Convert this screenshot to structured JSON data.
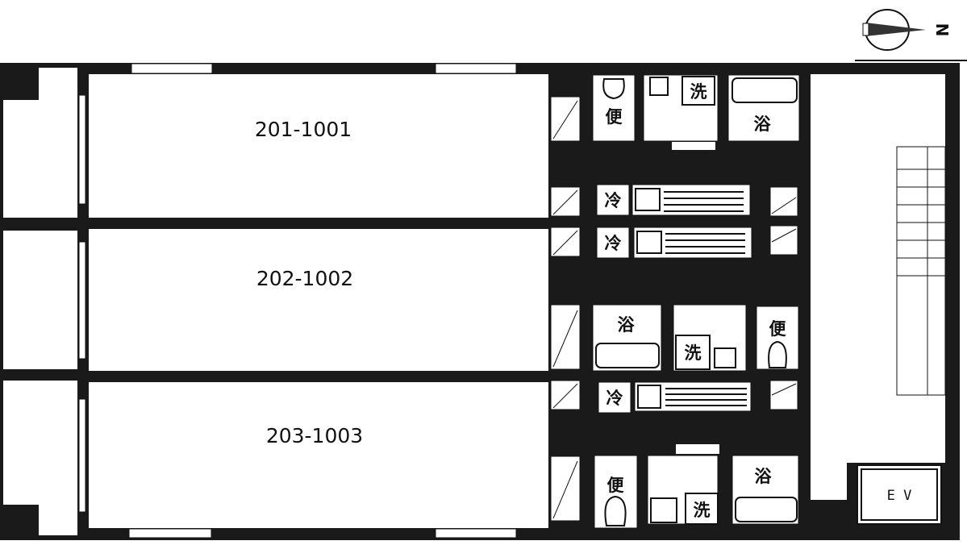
{
  "compass": {
    "north_letter": "N"
  },
  "units": [
    {
      "label": "201-1001"
    },
    {
      "label": "202-1002"
    },
    {
      "label": "203-1003"
    }
  ],
  "fixtures": {
    "toilet": "便",
    "washroom": "洗",
    "bath": "浴",
    "fridge": "冷"
  },
  "elevator": {
    "label": "E V"
  },
  "colors": {
    "wall": "#1a1a1a",
    "floor": "#ffffff"
  }
}
